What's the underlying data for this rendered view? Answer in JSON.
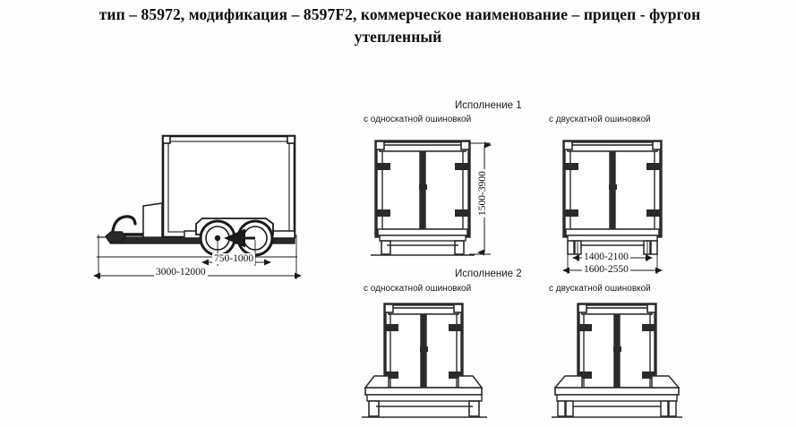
{
  "title": {
    "line1": "тип – 85972, модификация – 8597F2, коммерческое наименование – прицеп - фургон",
    "line2": "утепленный"
  },
  "drawing": {
    "variant_1": {
      "heading": "Исполнение 1",
      "single_tyre_label": "с односкатной ошиновкой",
      "dual_tyre_label": "с двускатной ошиновкой"
    },
    "variant_2": {
      "heading": "Исполнение 2",
      "single_tyre_label": "с односкатной ошиновкой",
      "dual_tyre_label": "с двускатной ошиновкой"
    },
    "dimensions": {
      "overall_length": "3000-12000",
      "axle_spacing": "750-1000",
      "body_height": "1500-3900",
      "track_width_inner": "1400-2100",
      "track_width_outer": "1600-2550"
    },
    "colors": {
      "line": "#1a1a1a",
      "fill": "#ffffff",
      "background": "#fefefe",
      "text": "#101010"
    }
  }
}
